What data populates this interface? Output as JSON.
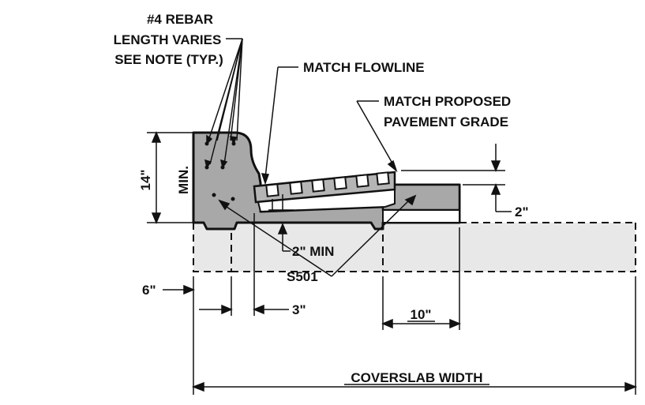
{
  "labels": {
    "rebar_line1": "#4 REBAR",
    "rebar_line2": "LENGTH VARIES",
    "rebar_line3": "SEE NOTE (TYP.)",
    "match_flowline": "MATCH FLOWLINE",
    "pavement_line1": "MATCH PROPOSED",
    "pavement_line2": "PAVEMENT GRADE",
    "dim_14": "14\"",
    "dim_min": "MIN.",
    "dim_2": "2\"",
    "dim_2min": "2\" MIN",
    "section_ref": "S501",
    "dim_6": "6\"",
    "dim_3": "3\"",
    "dim_10": "10\"",
    "coverslab_width": "COVERSLAB WIDTH"
  },
  "colors": {
    "concrete": "#a8a8a8",
    "slab_fill": "#e6e6e6",
    "line": "#111111"
  }
}
